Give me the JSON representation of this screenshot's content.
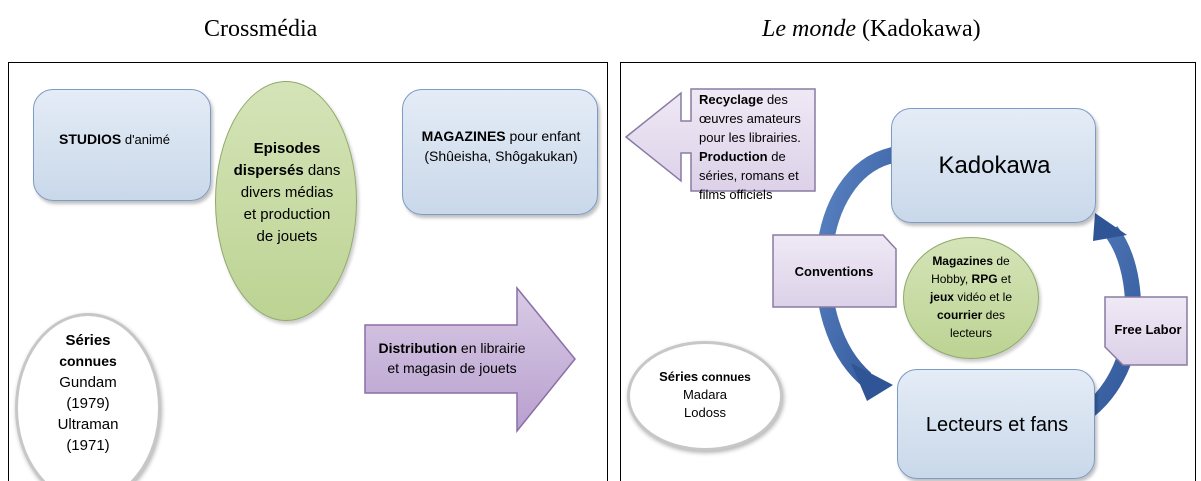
{
  "left": {
    "title": "Crossmédia",
    "studios": {
      "bold": "STUDIOS",
      "rest": " d'animé"
    },
    "episodes": {
      "line1": "Episodes",
      "line2_bold": "dispersés",
      "line2_rest": " dans",
      "line3": "divers médias",
      "line4": "et production",
      "line5": "de jouets"
    },
    "magazines": {
      "bold": "MAGAZINES",
      "rest": " pour enfant",
      "line2": "(Shûeisha, Shôgakukan)"
    },
    "series": {
      "line1": "Séries",
      "line2": "connues",
      "line3": "Gundam",
      "line4": "(1979)",
      "line5": "Ultraman",
      "line6": "(1971)"
    },
    "distribution": {
      "bold": "Distribution",
      "rest": " en librairie",
      "line2": "et magasin de jouets"
    }
  },
  "right": {
    "title_italic": "Le monde",
    "title_rest": " (Kadokawa)",
    "recyclage": {
      "bold1": "Recyclage",
      "rest1": " des",
      "line2": "œuvres amateurs",
      "line3": "pour les librairies.",
      "bold4": "Production",
      "rest4": " de",
      "line5": "séries, romans et",
      "line6": "films officiels"
    },
    "kadokawa": "Kadokawa",
    "conventions": "Conventions",
    "magazines": {
      "bold1": "Magazines",
      "rest1": " de",
      "line2_a": "Hobby, ",
      "line2_bold": "RPG",
      "line2_b": " et",
      "line3_bold": "jeux",
      "line3_rest": " vidéo et le",
      "line4_bold": "courrier",
      "line4_rest": " des",
      "line5": "lecteurs"
    },
    "free_labor": "Free Labor",
    "lecteurs": "Lecteurs et fans",
    "series": {
      "bold": "Séries",
      "rest": " connues",
      "line2": "Madara",
      "line3": "Lodoss"
    }
  }
}
